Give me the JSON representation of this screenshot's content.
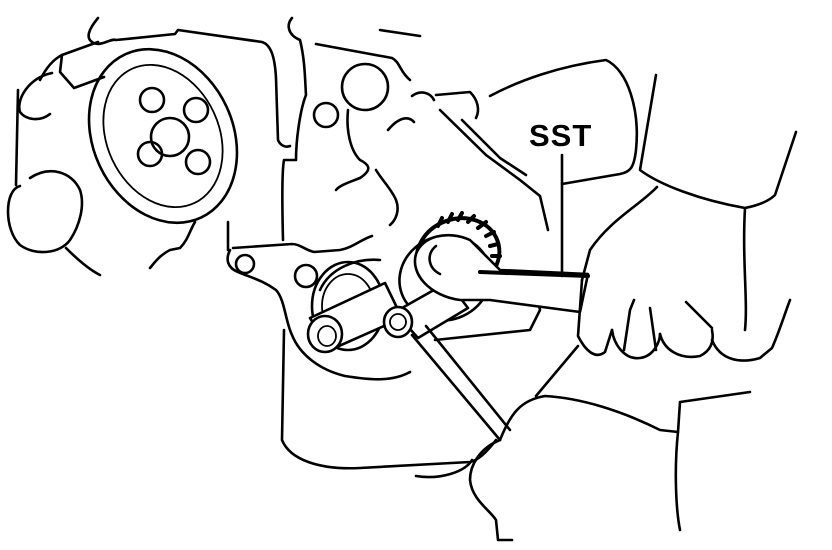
{
  "figure": {
    "type": "service-manual line illustration",
    "subject": "Removing crankshaft pulley/timing gear bolt with special service tool and wrench",
    "callouts": [
      {
        "label": "SST",
        "leader_from": [
          562,
          155
        ],
        "leader_to": [
          562,
          276
        ]
      }
    ],
    "colors": {
      "line": "#000000",
      "background": "#ffffff"
    }
  }
}
